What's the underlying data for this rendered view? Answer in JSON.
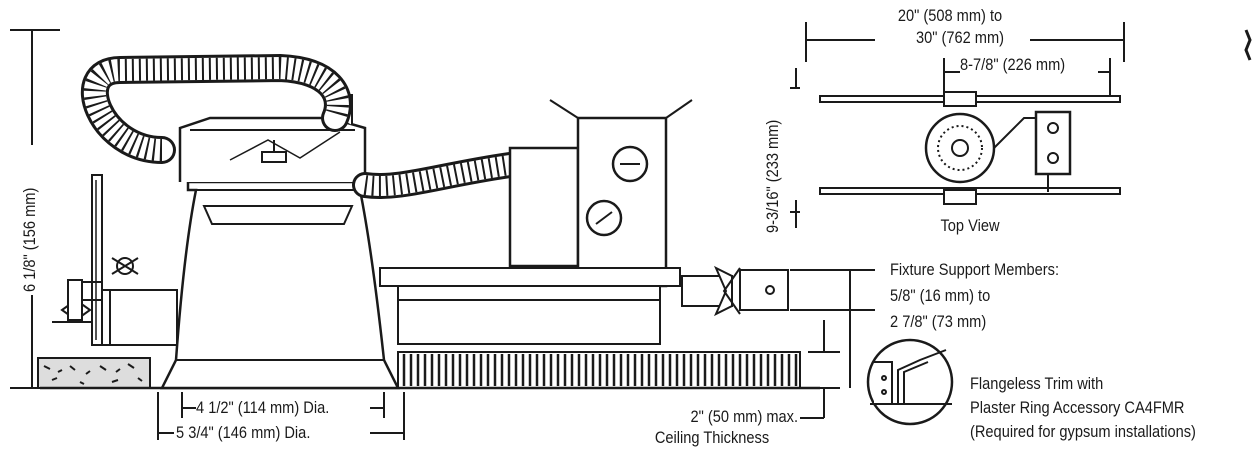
{
  "dimensions": {
    "overall_height": "6 1/8\" (156 mm)",
    "inner_diameter": "4 1/2\" (114 mm) Dia.",
    "outer_diameter": "5 3/4\" (146 mm) Dia.",
    "ceiling_thickness_line1": "2\" (50 mm) max.",
    "ceiling_thickness_line2": "Ceiling Thickness"
  },
  "top_view": {
    "span_line1": "20\" (508 mm) to",
    "span_line2": "30\" (762 mm)",
    "width": "8-7/8\" (226 mm)",
    "depth": "9-3/16\" (233 mm)",
    "caption": "Top View"
  },
  "support_members": {
    "line1": "Fixture Support Members:",
    "line2": "5/8\" (16 mm) to",
    "line3": "2 7/8\" (73 mm)"
  },
  "trim_note": {
    "line1": "Flangeless Trim with",
    "line2": "Plaster Ring Accessory CA4FMR",
    "line3": "(Required for gypsum installations)"
  }
}
